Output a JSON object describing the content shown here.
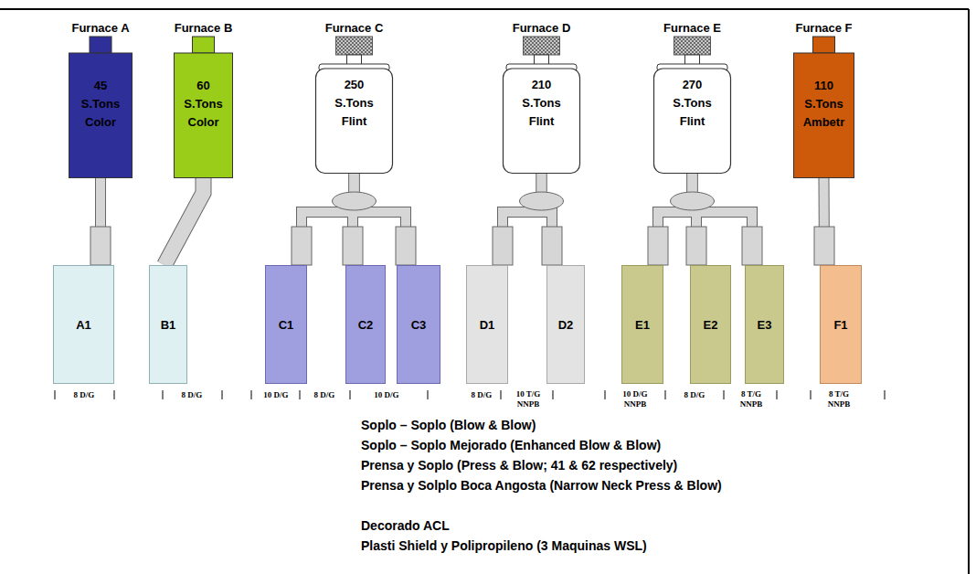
{
  "diagram": {
    "nodes": [
      {
        "text": [
          "Furnace A",
          "45",
          "S.Tons",
          "Color"
        ]
      },
      {
        "text": [
          "Furnace B",
          "60",
          "S.Tons",
          "Color"
        ]
      },
      {
        "text": [
          "Furnace C",
          "250",
          "S.Tons",
          "Flint"
        ]
      },
      {
        "text": [
          "Furnace D",
          "210",
          "S.Tons",
          "Flint"
        ]
      },
      {
        "text": [
          "Furnace E",
          "270",
          "S.Tons",
          "Flint"
        ]
      },
      {
        "text": [
          "Furnace F",
          "110",
          "S.Tons",
          "Ambetr"
        ]
      },
      {
        "text": [
          "A1"
        ]
      },
      {
        "text": [
          "B1"
        ]
      },
      {
        "text": [
          "C1"
        ]
      },
      {
        "text": [
          "C2"
        ]
      },
      {
        "text": [
          "C3"
        ]
      },
      {
        "text": [
          "D1"
        ]
      },
      {
        "text": [
          "D2"
        ]
      },
      {
        "text": [
          "E1"
        ]
      },
      {
        "text": [
          "E2"
        ]
      },
      {
        "text": [
          "E3"
        ]
      },
      {
        "text": [
          "F1"
        ]
      }
    ],
    "edges": [
      {
        "from": 0,
        "to": 6,
        "arrow": "none"
      },
      {
        "from": 1,
        "to": 7,
        "arrow": "none"
      },
      {
        "from": 2,
        "to": 8,
        "arrow": "none"
      },
      {
        "from": 2,
        "to": 9,
        "arrow": "none"
      },
      {
        "from": 2,
        "to": 10,
        "arrow": "none"
      },
      {
        "from": 3,
        "to": 11,
        "arrow": "none"
      },
      {
        "from": 3,
        "to": 12,
        "arrow": "none"
      },
      {
        "from": 4,
        "to": 13,
        "arrow": "none"
      },
      {
        "from": 4,
        "to": 14,
        "arrow": "none"
      },
      {
        "from": 4,
        "to": 15,
        "arrow": "none"
      },
      {
        "from": 5,
        "to": 16,
        "arrow": "none"
      }
    ],
    "labels": [
      "8 D/G",
      "8 D/G",
      "10 D/G",
      "8 D/G",
      "10 D/G",
      "8 D/G",
      "10 T/G NNPB",
      "10 D/G NNPB",
      "8 D/G",
      "8 T/G NNPB",
      "8 T/G NNPB",
      "Soplo – Soplo (Blow & Blow)",
      "Soplo – Soplo Mejorado (Enhanced Blow & Blow)",
      "Prensa y Soplo (Press & Blow; 41 & 62 respectively)",
      "Prensa y Solplo Boca Angosta (Narrow Neck Press & Blow)",
      "Decorado ACL",
      "Plasti Shield y Polipropileno (3 Maquinas WSL)"
    ]
  }
}
